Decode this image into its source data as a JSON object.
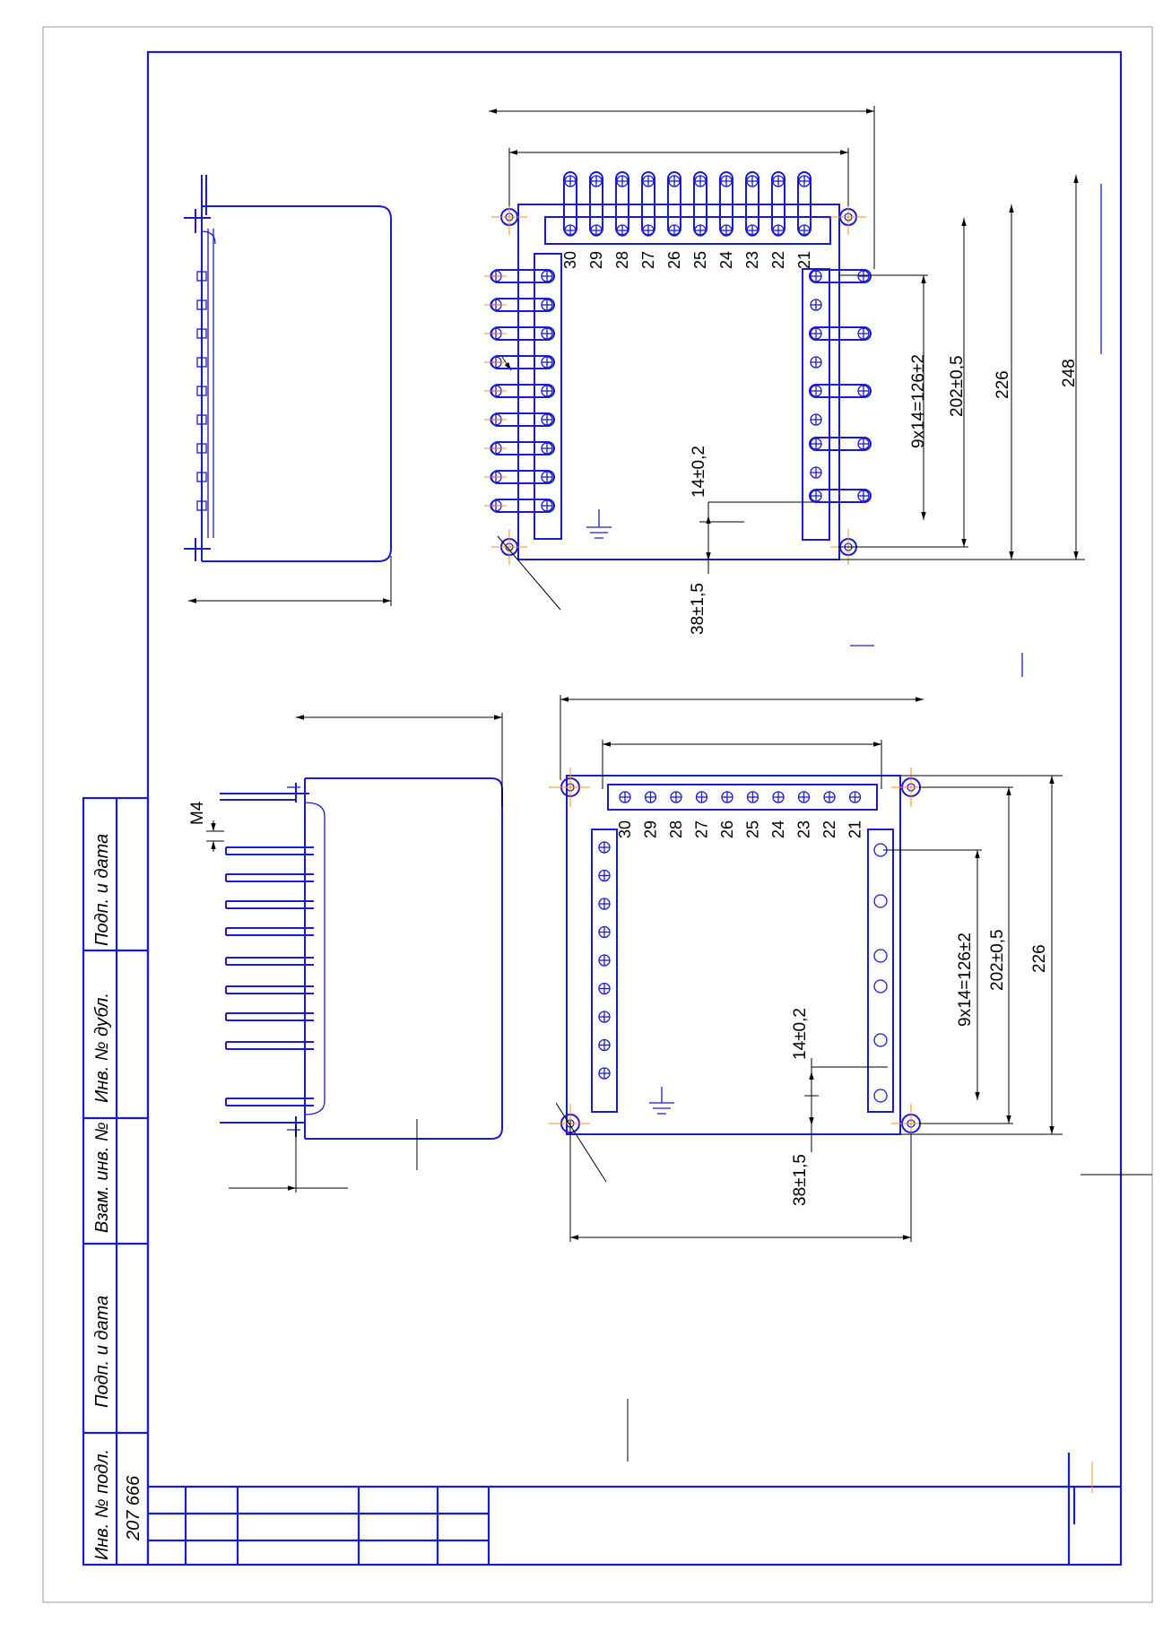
{
  "sidebar": {
    "inv_podl_label": "Инв. № подл.",
    "inv_podl_value": "207 666",
    "podp_data_1": "Подп. и дата",
    "vzam_inv": "Взам. инв. №",
    "inv_dubl": "Инв. № дубл.",
    "podp_data_2": "Подп. и дата"
  },
  "top_view": {
    "terminal_numbers": [
      "30",
      "29",
      "28",
      "27",
      "26",
      "25",
      "24",
      "23",
      "22",
      "21"
    ],
    "dim_pitch": "9x14=126±2",
    "dim_202": "202±0,5",
    "dim_226": "226",
    "dim_248": "248",
    "dim_14": "14±0,2",
    "dim_38": "38±1,5"
  },
  "bottom_view": {
    "terminal_numbers": [
      "30",
      "29",
      "28",
      "27",
      "26",
      "25",
      "24",
      "23",
      "22",
      "21"
    ],
    "dim_pitch": "9x14=126±2",
    "dim_202": "202±0,5",
    "dim_226": "226",
    "dim_14": "14±0,2",
    "dim_38": "38±1,5",
    "thread_label": "M4"
  },
  "colors": {
    "drawing_lines": "#1a1ad0",
    "dimension_lines": "#000000",
    "center_lines": "#ff8c1a"
  }
}
